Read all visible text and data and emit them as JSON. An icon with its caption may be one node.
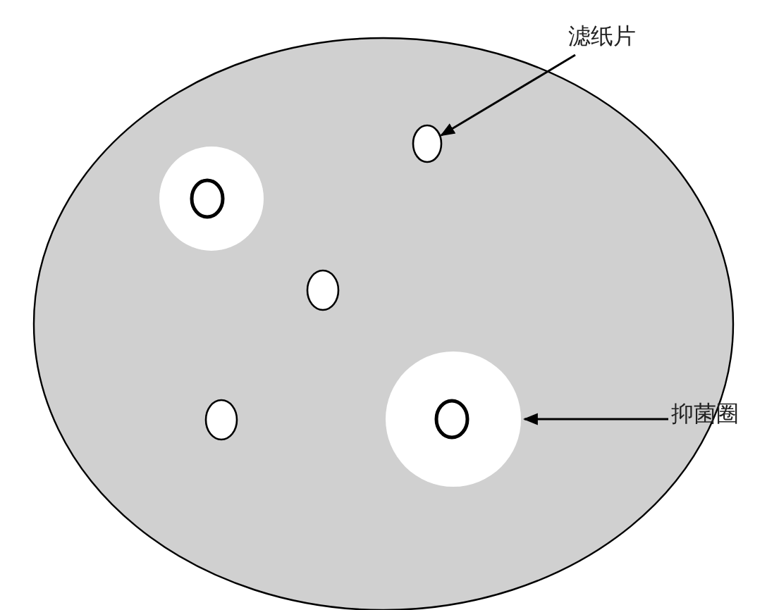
{
  "diagram": {
    "nodes": [
      {
        "text": [
          "滤纸片"
        ]
      },
      {
        "text": [],
        "shape": "circle"
      },
      {
        "text": [
          "抑菌圈"
        ]
      },
      {
        "text": [],
        "shape": "circle"
      }
    ],
    "edges": [
      {
        "from": 0,
        "to": 1,
        "arrow": "to"
      },
      {
        "from": 2,
        "to": 3,
        "arrow": "to"
      }
    ]
  }
}
